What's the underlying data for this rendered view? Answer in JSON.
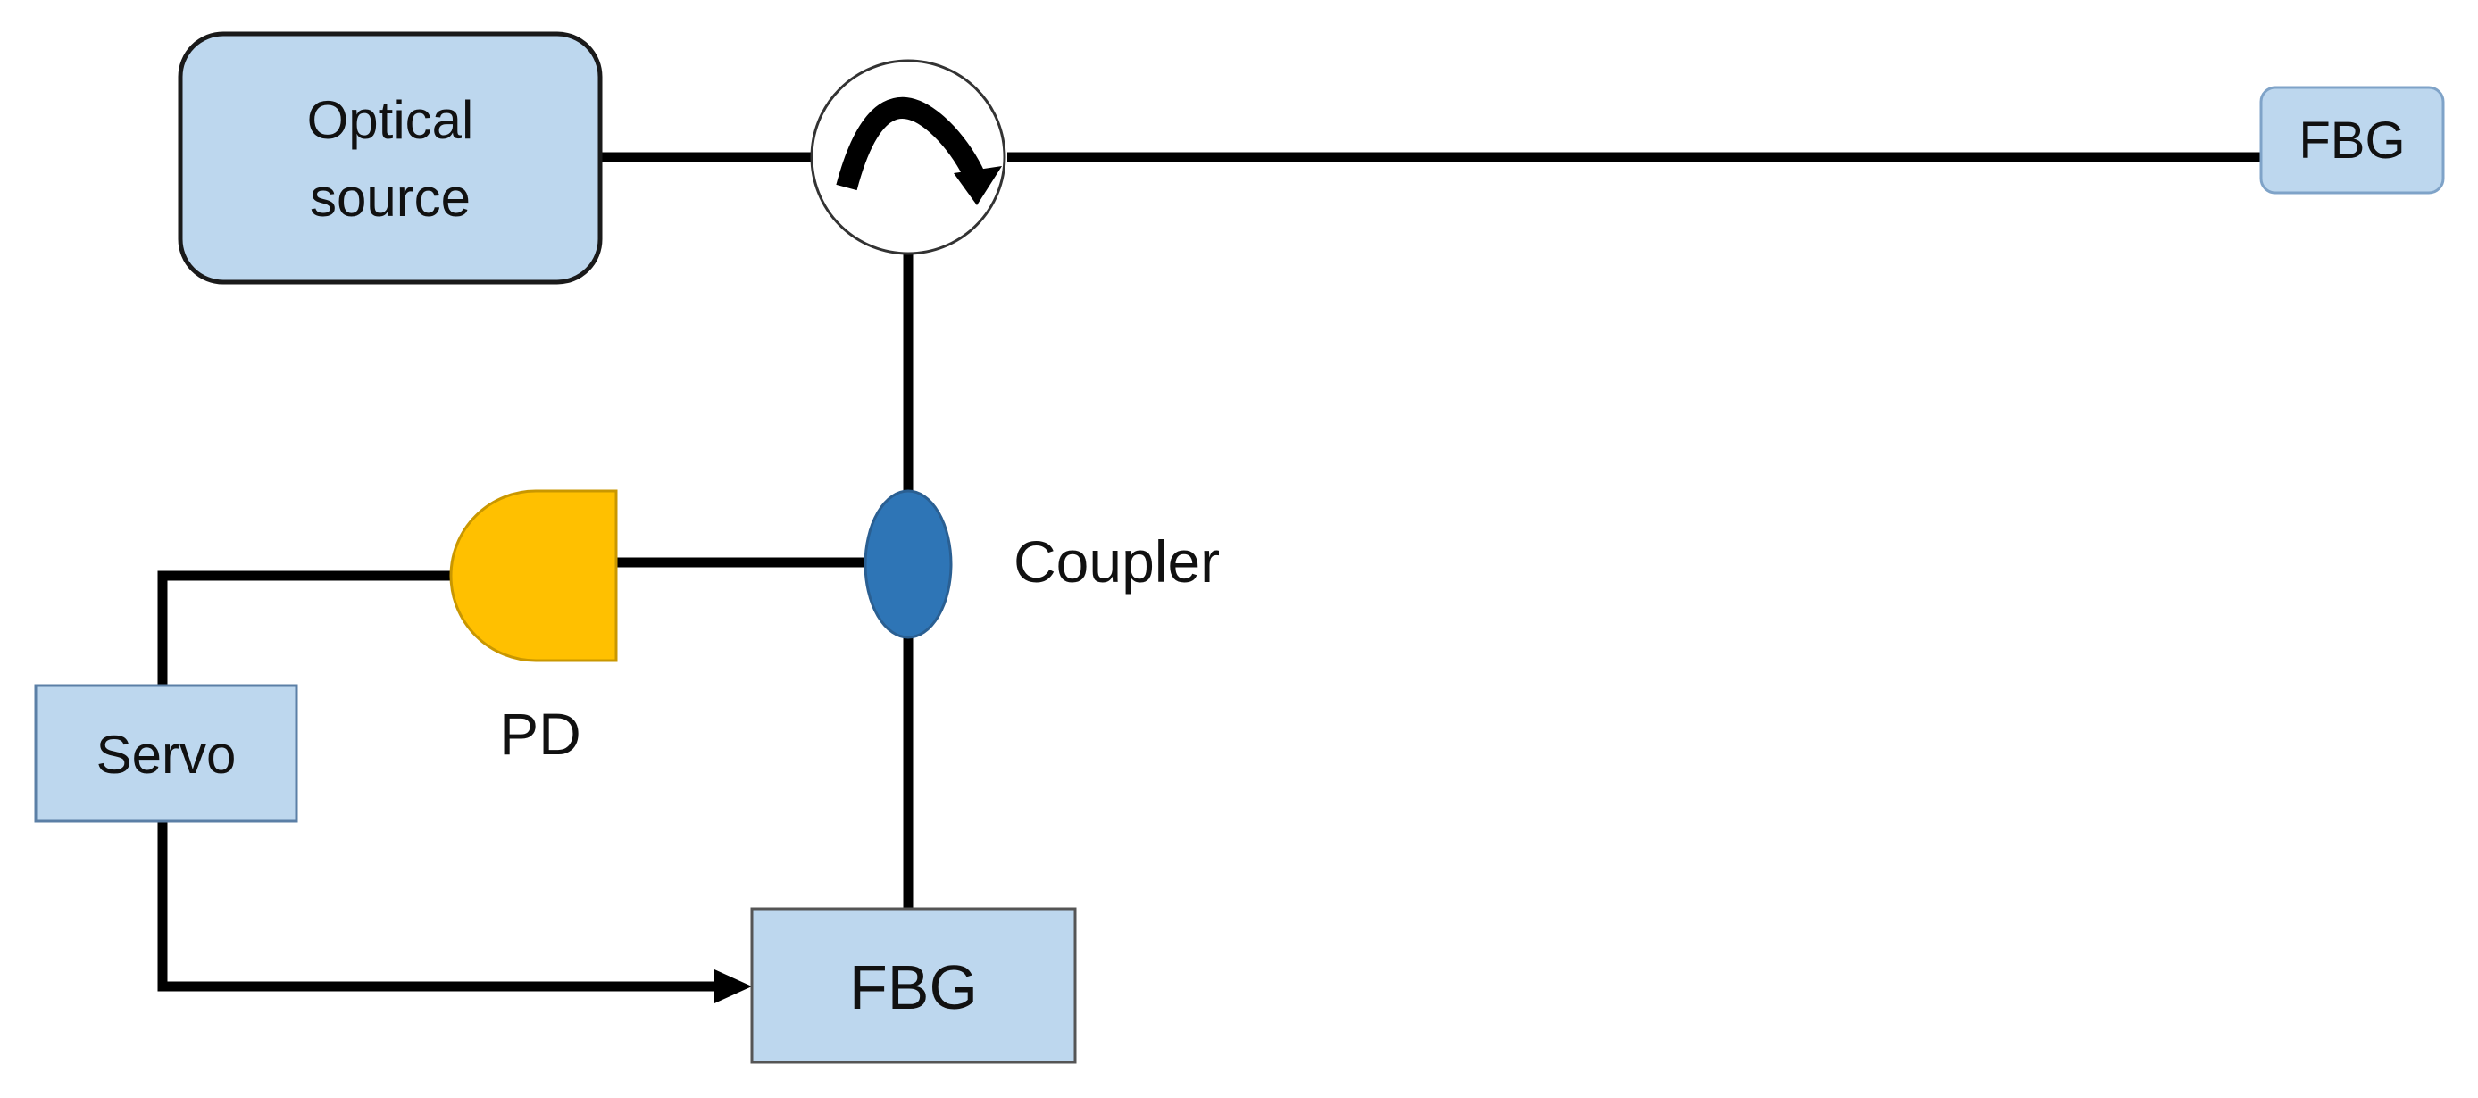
{
  "diagram": {
    "optical_source_line1": "Optical",
    "optical_source_line2": "source",
    "fbg_top_label": "FBG",
    "fbg_bottom_label": "FBG",
    "coupler_label": "Coupler",
    "pd_label": "PD",
    "servo_label": "Servo"
  },
  "colors": {
    "box_fill": "#BDD7EE",
    "box_stroke": "#5B7FA6",
    "coupler": "#2E75B6",
    "photodiode": "#FFC000",
    "line": "#000000"
  }
}
